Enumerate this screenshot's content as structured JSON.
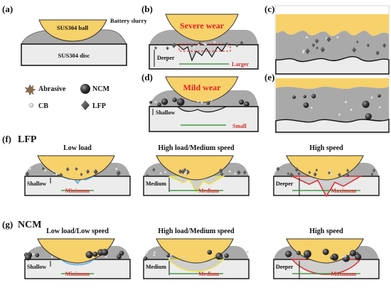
{
  "panels": {
    "a": {
      "label": "(a)",
      "ball": "SUS304 ball",
      "slurry": "Battery slurry",
      "disc": "SUS304 disc"
    },
    "b": {
      "label": "(b)",
      "wear": "Severe wear",
      "depth": "Deeper",
      "width": "Larger"
    },
    "c": {
      "label": "(c)"
    },
    "d": {
      "label": "(d)",
      "wear": "Mild wear",
      "depth": "Shallow",
      "width": "Small"
    },
    "e": {
      "label": "(e)"
    },
    "legend": {
      "abrasive": "Abrasive",
      "ncm": "NCM",
      "cb": "CB",
      "lfp": "LFP"
    },
    "f": {
      "label": "(f)",
      "title": "LFP",
      "items": [
        {
          "title": "Low load",
          "depth": "Shallow",
          "width": "Minimum"
        },
        {
          "title": "High load/Medium speed",
          "depth": "Medium",
          "width": "Medium"
        },
        {
          "title": "High speed",
          "depth": "Deeper",
          "width": "Maximum"
        }
      ]
    },
    "g": {
      "label": "(g)",
      "title": "NCM",
      "items": [
        {
          "title": "Low load/Low speed",
          "depth": "Shallow",
          "width": "Minimum"
        },
        {
          "title": "High load/Medium speed",
          "depth": "Medium",
          "width": "Medium"
        },
        {
          "title": "High speed",
          "depth": "Deeper",
          "width": "Maximum"
        }
      ]
    }
  },
  "colors": {
    "ball": "#f7d16a",
    "slurry": "#a9a9a9",
    "disc": "#ececec",
    "wear_red": "#e02020",
    "scar_blue": "#5fb6e6",
    "scar_yellow": "#e8e24a",
    "scar_red": "#d63a3a"
  }
}
